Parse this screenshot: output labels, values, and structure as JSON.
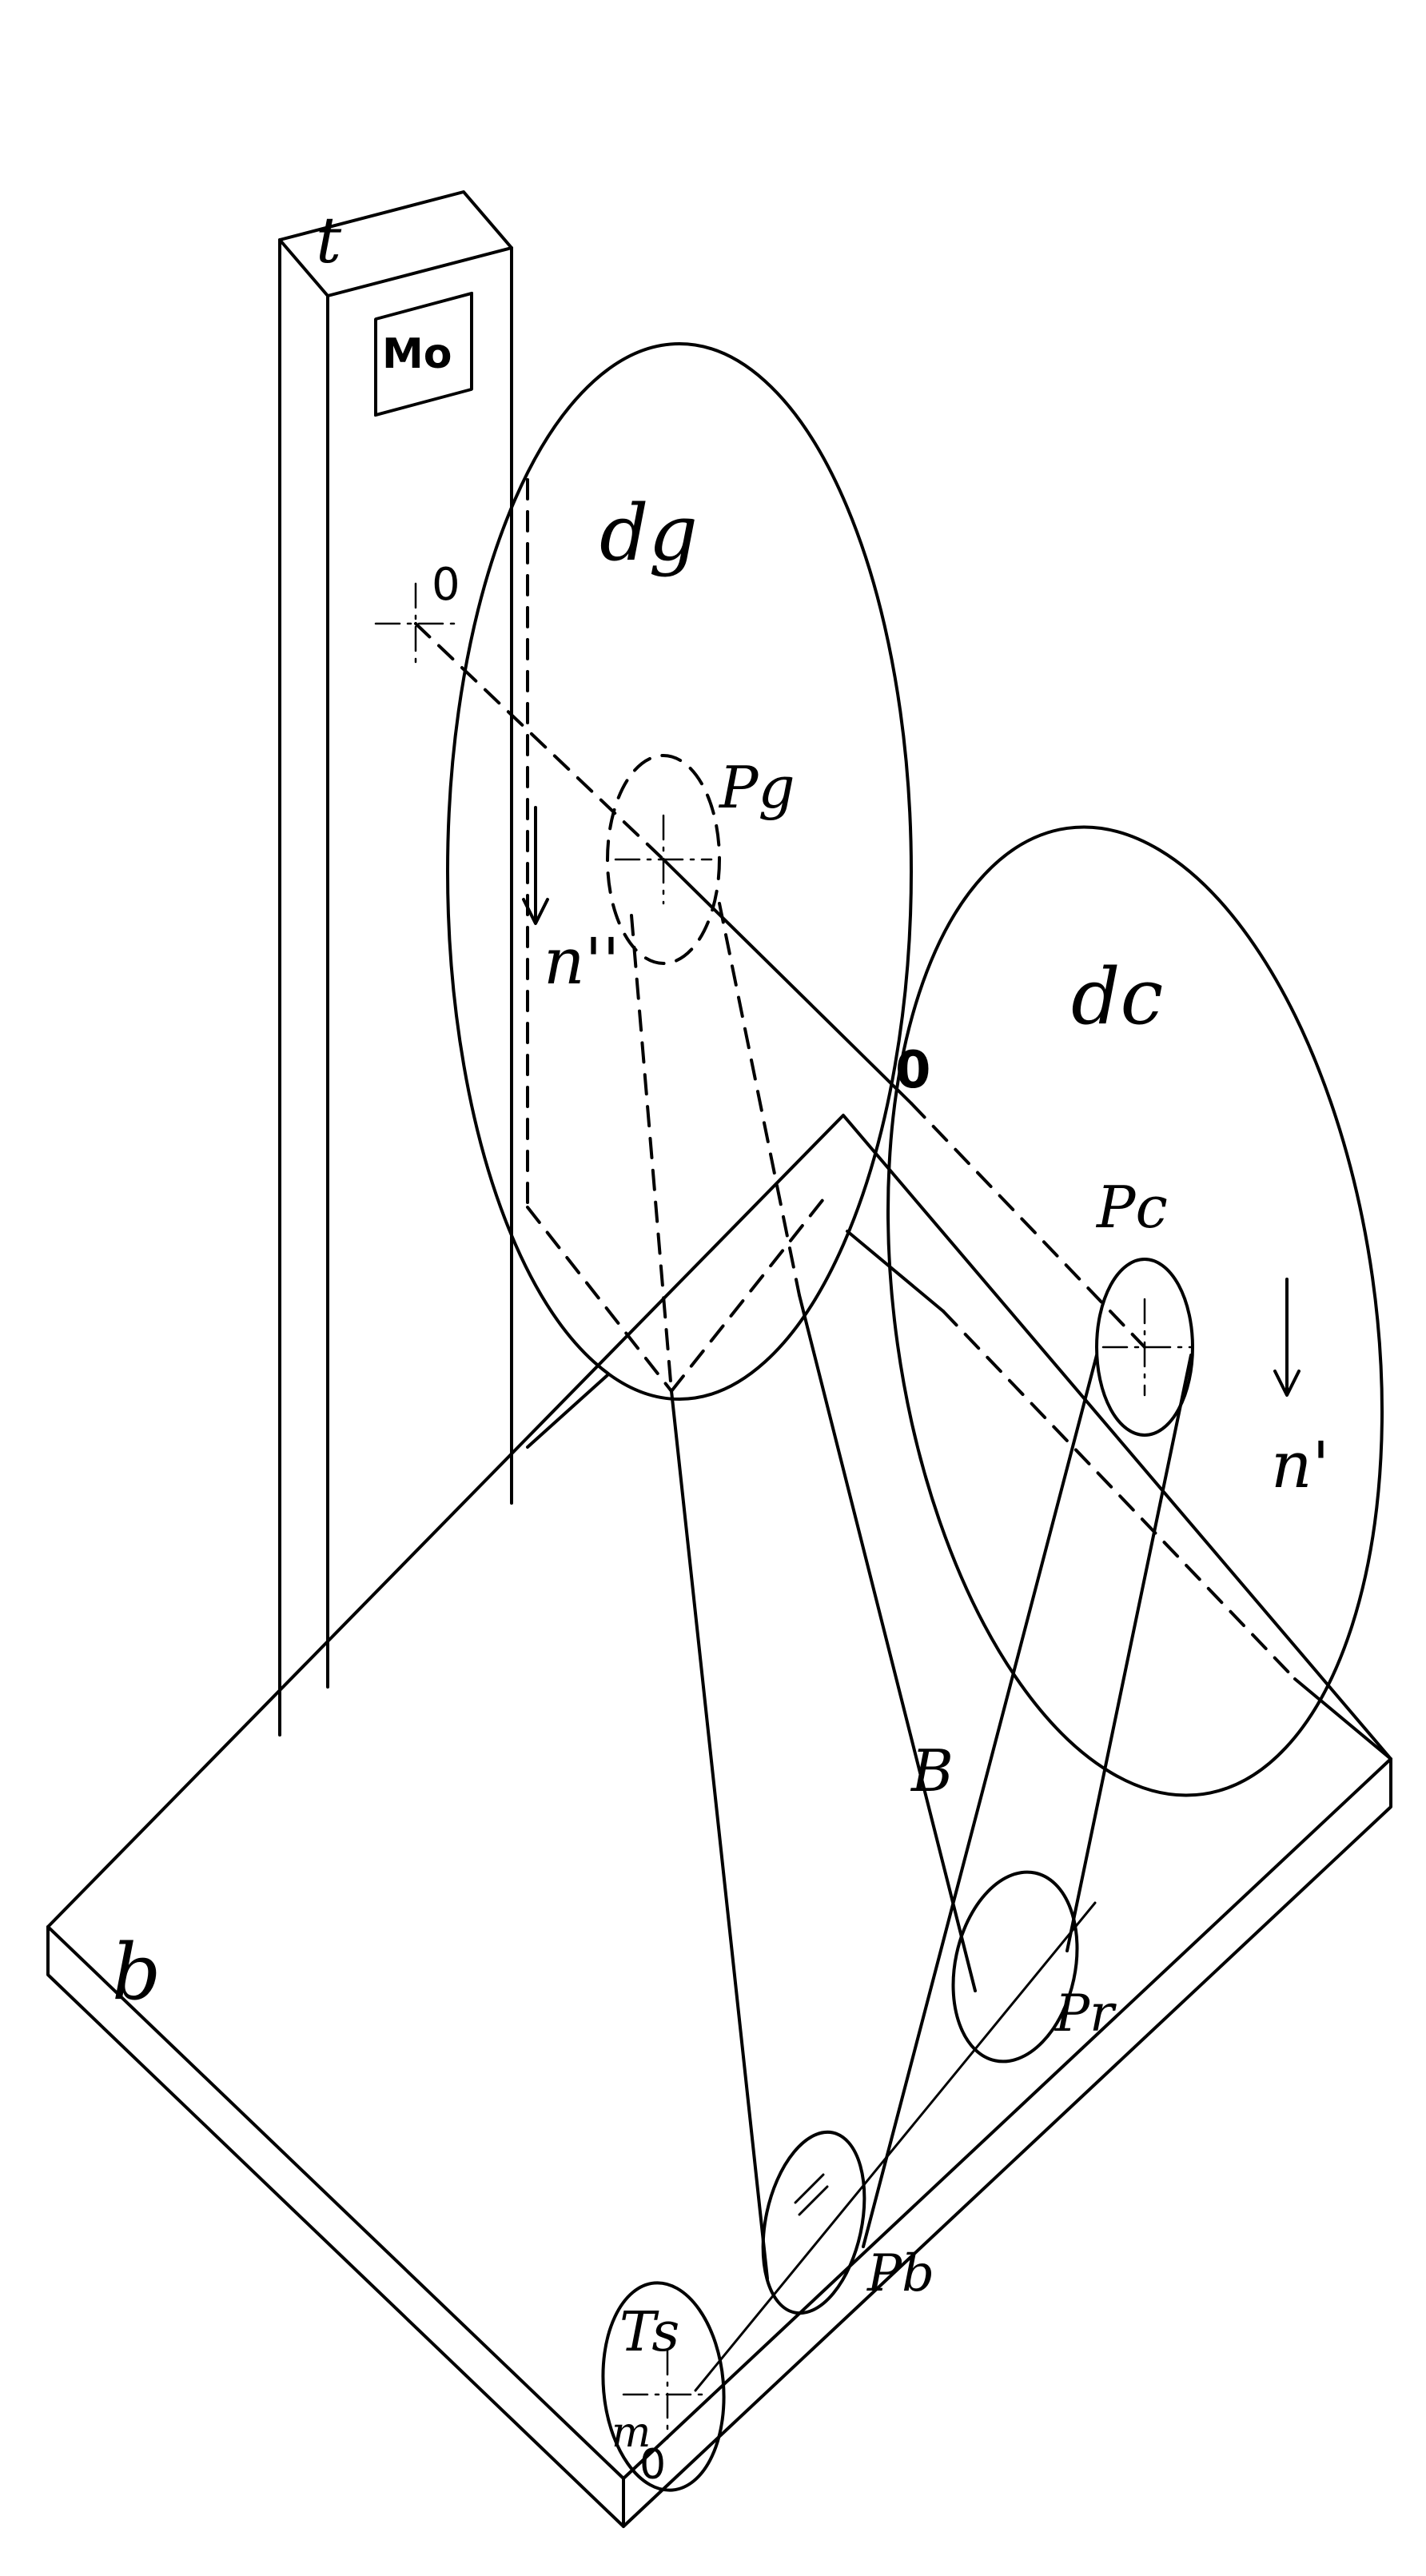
{
  "labels": {
    "tower": "t",
    "motor": "Mo",
    "pivot_left": "0",
    "pivot_right": "0",
    "disc_large": "dg",
    "disc_small": "dc",
    "pulley_large": "Pg",
    "pulley_small": "Pc",
    "rotation_large": "n''",
    "rotation_small": "n'",
    "belt": "B",
    "pulley_return": "Pr",
    "pulley_bottom": "Pb",
    "base": "b",
    "sample": "Ts",
    "mass": "m",
    "mass_center": "0"
  }
}
